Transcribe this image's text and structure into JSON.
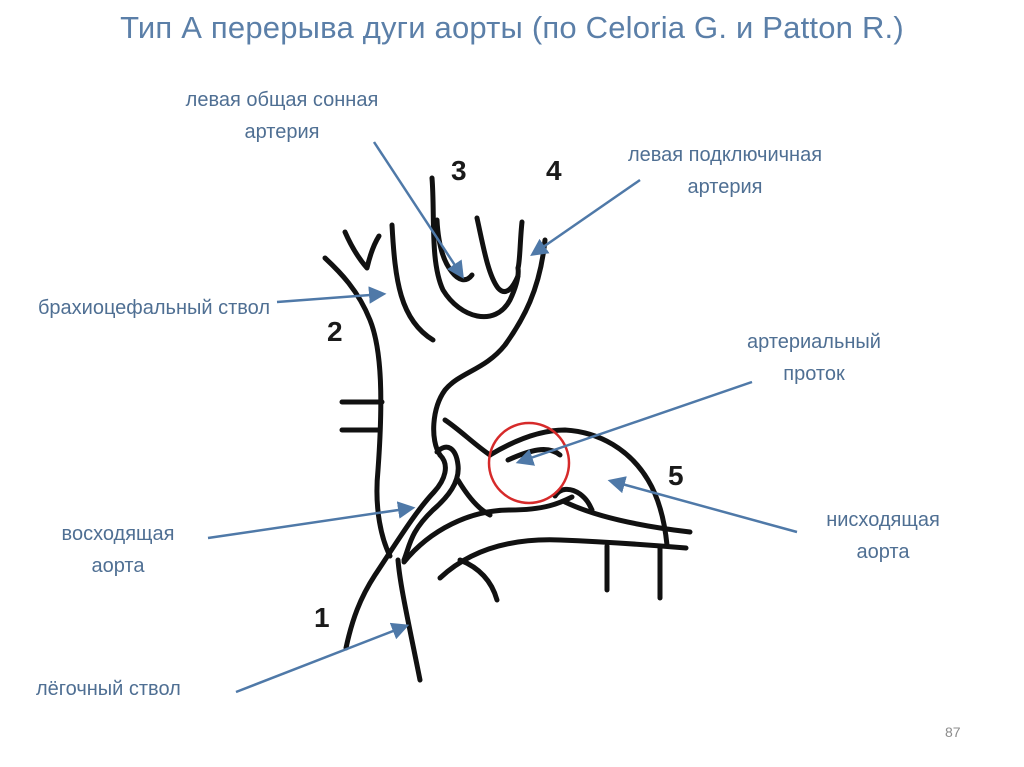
{
  "slide": {
    "title": "Тип А перерыва дуги аорты (по Celoria G. и Patton R.)",
    "page_number": "87"
  },
  "labels": {
    "left_common_carotid": "левая общая сонная артерия",
    "left_subclavian": "левая подключичная артерия",
    "brachiocephalic": "брахиоцефальный ствол",
    "ductus": "артериальный проток",
    "ascending_aorta": "восходящая аорта",
    "descending_aorta": "нисходящая аорта",
    "pulmonary_trunk": "лёгочный ствол"
  },
  "numbers": {
    "n1": "1",
    "n2": "2",
    "n3": "3",
    "n4": "4",
    "n5": "5"
  },
  "colors": {
    "title": "#5b7fa8",
    "labels": "#4f6f93",
    "arrows": "#4f79a8",
    "vessels": "#111111",
    "interruption_marker": "#d62a2a"
  }
}
